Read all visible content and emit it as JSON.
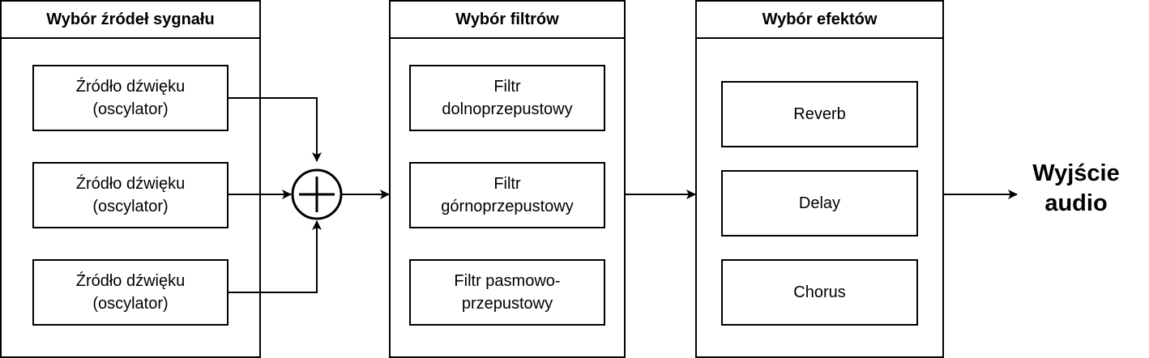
{
  "diagram": {
    "source_group": {
      "title": "Wybór źródeł sygnału",
      "sources": [
        {
          "line1": "Źródło dźwięku",
          "line2": "(oscylator)"
        },
        {
          "line1": "Źródło dźwięku",
          "line2": "(oscylator)"
        },
        {
          "line1": "Źródło dźwięku",
          "line2": "(oscylator)"
        }
      ]
    },
    "mixer": {
      "symbol": "summing-junction"
    },
    "filter_group": {
      "title": "Wybór filtrów",
      "filters": [
        {
          "line1": "Filtr",
          "line2": "dolnoprzepustowy"
        },
        {
          "line1": "Filtr",
          "line2": "górnoprzepustowy"
        },
        {
          "line1": "Filtr pasmowo-",
          "line2": "przepustowy"
        }
      ]
    },
    "effect_group": {
      "title": "Wybór efektów",
      "effects": [
        {
          "label": "Reverb"
        },
        {
          "label": "Delay"
        },
        {
          "label": "Chorus"
        }
      ]
    },
    "output": {
      "line1": "Wyjście",
      "line2": "audio"
    },
    "colors": {
      "stroke": "#000000",
      "background": "#ffffff"
    }
  }
}
